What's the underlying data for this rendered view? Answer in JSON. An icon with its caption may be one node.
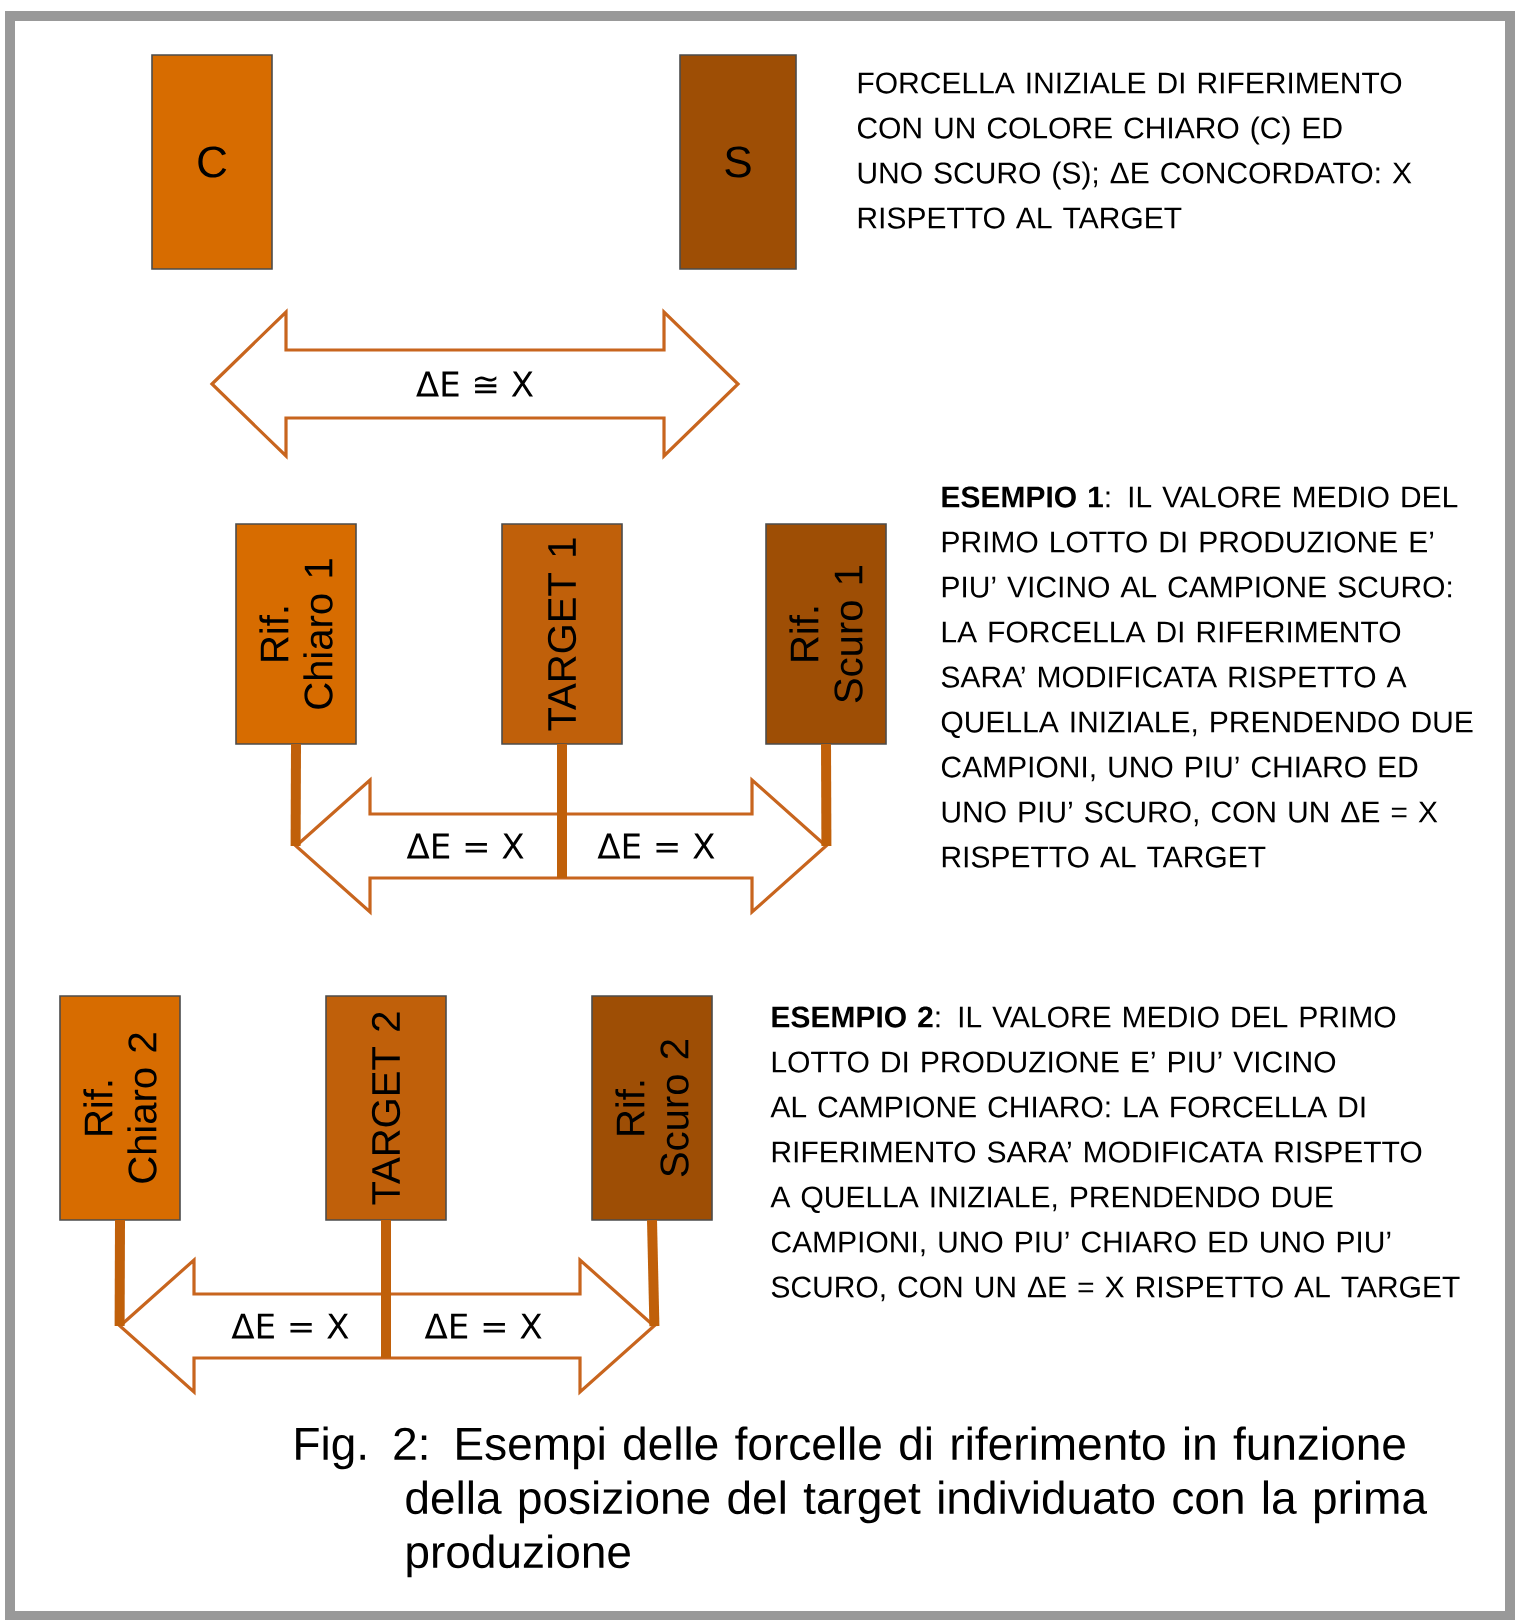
{
  "diagram": {
    "caption": "Fig. 2: Esempi delle forcelle di riferimento in funzione della posizione del target individuato con la prima produzione",
    "nodes": [
      {
        "text": [
          "C"
        ]
      },
      {
        "text": [
          "S"
        ]
      },
      {
        "text": [
          "ΔE ≅ X"
        ]
      },
      {
        "text": [
          "Rif. Chiaro 1"
        ]
      },
      {
        "text": [
          "TARGET 1"
        ]
      },
      {
        "text": [
          "Rif. Scuro 1"
        ]
      },
      {
        "text": [
          "ΔE = X",
          "ΔE = X"
        ]
      },
      {
        "text": [
          "Rif. Chiaro 2"
        ]
      },
      {
        "text": [
          "TARGET 2"
        ]
      },
      {
        "text": [
          "Rif. Scuro 2"
        ]
      },
      {
        "text": [
          "ΔE = X",
          "ΔE = X"
        ]
      }
    ],
    "edges": [
      {
        "from": 3,
        "to": 6,
        "arrow": "none"
      },
      {
        "from": 4,
        "to": 6,
        "arrow": "none"
      },
      {
        "from": 5,
        "to": 6,
        "arrow": "none"
      },
      {
        "from": 7,
        "to": 10,
        "arrow": "none"
      },
      {
        "from": 8,
        "to": 10,
        "arrow": "none"
      },
      {
        "from": 9,
        "to": 10,
        "arrow": "none"
      }
    ],
    "labels": [
      "FORCELLA INIZIALE DI RIFERIMENTO CON UN COLORE CHIARO (C) ED UNO SCURO (S); ΔE CONCORDATO: X RISPETTO AL TARGET",
      "**ESEMPIO 1**: IL VALORE MEDIO DEL PRIMO LOTTO DI PRODUZIONE E’ PIU’ VICINO AL CAMPIONE SCURO: LA FORCELLA DI RIFERIMENTO SARA’ MODIFICATA RISPETTO A QUELLA INIZIALE, PRENDENDO DUE CAMPIONI, UNO PIU’ CHIARO ED UNO PIU’ SCURO, CON UN ΔE = X RISPETTO AL TARGET",
      "**ESEMPIO 2**: IL VALORE MEDIO DEL PRIMO LOTTO DI PRODUZIONE E’ PIU’ VICINO AL CAMPIONE CHIARO: LA FORCELLA DI RIFERIMENTO SARA’ MODIFICATA RISPETTO A QUELLA INIZIALE, PRENDENDO DUE CAMPIONI, UNO PIU’ CHIARO ED UNO PIU’ SCURO, CON UN ΔE = X RISPETTO AL TARGET"
    ]
  }
}
